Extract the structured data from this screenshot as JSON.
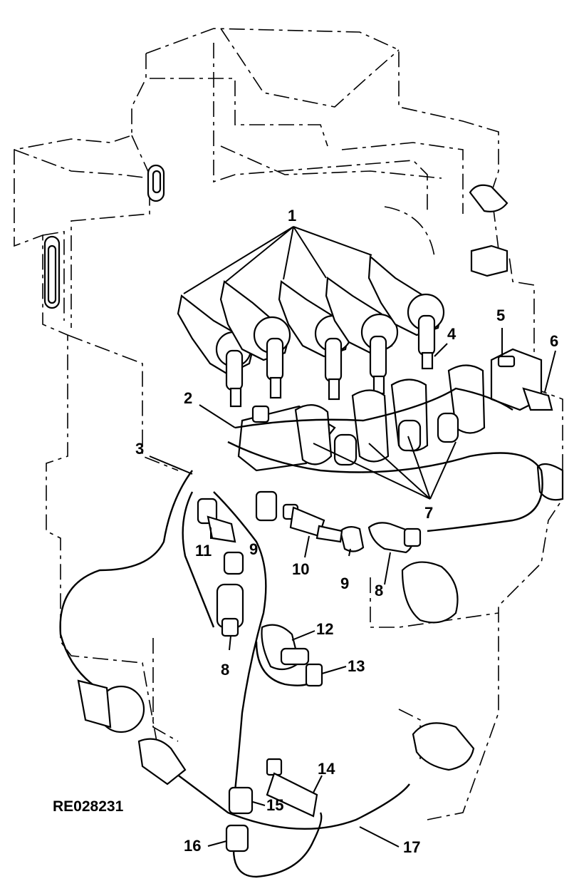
{
  "figure": {
    "reference_id": "RE028231",
    "callouts": [
      {
        "id": "c1",
        "label": "1"
      },
      {
        "id": "c2",
        "label": "2"
      },
      {
        "id": "c3",
        "label": "3"
      },
      {
        "id": "c4",
        "label": "4"
      },
      {
        "id": "c5",
        "label": "5"
      },
      {
        "id": "c6",
        "label": "6"
      },
      {
        "id": "c7",
        "label": "7"
      },
      {
        "id": "c8a",
        "label": "8"
      },
      {
        "id": "c8b",
        "label": "8"
      },
      {
        "id": "c9a",
        "label": "9"
      },
      {
        "id": "c9b",
        "label": "9"
      },
      {
        "id": "c10",
        "label": "10"
      },
      {
        "id": "c11",
        "label": "11"
      },
      {
        "id": "c12",
        "label": "12"
      },
      {
        "id": "c13",
        "label": "13"
      },
      {
        "id": "c14",
        "label": "14"
      },
      {
        "id": "c15",
        "label": "15"
      },
      {
        "id": "c16",
        "label": "16"
      },
      {
        "id": "c17",
        "label": "17"
      }
    ]
  }
}
